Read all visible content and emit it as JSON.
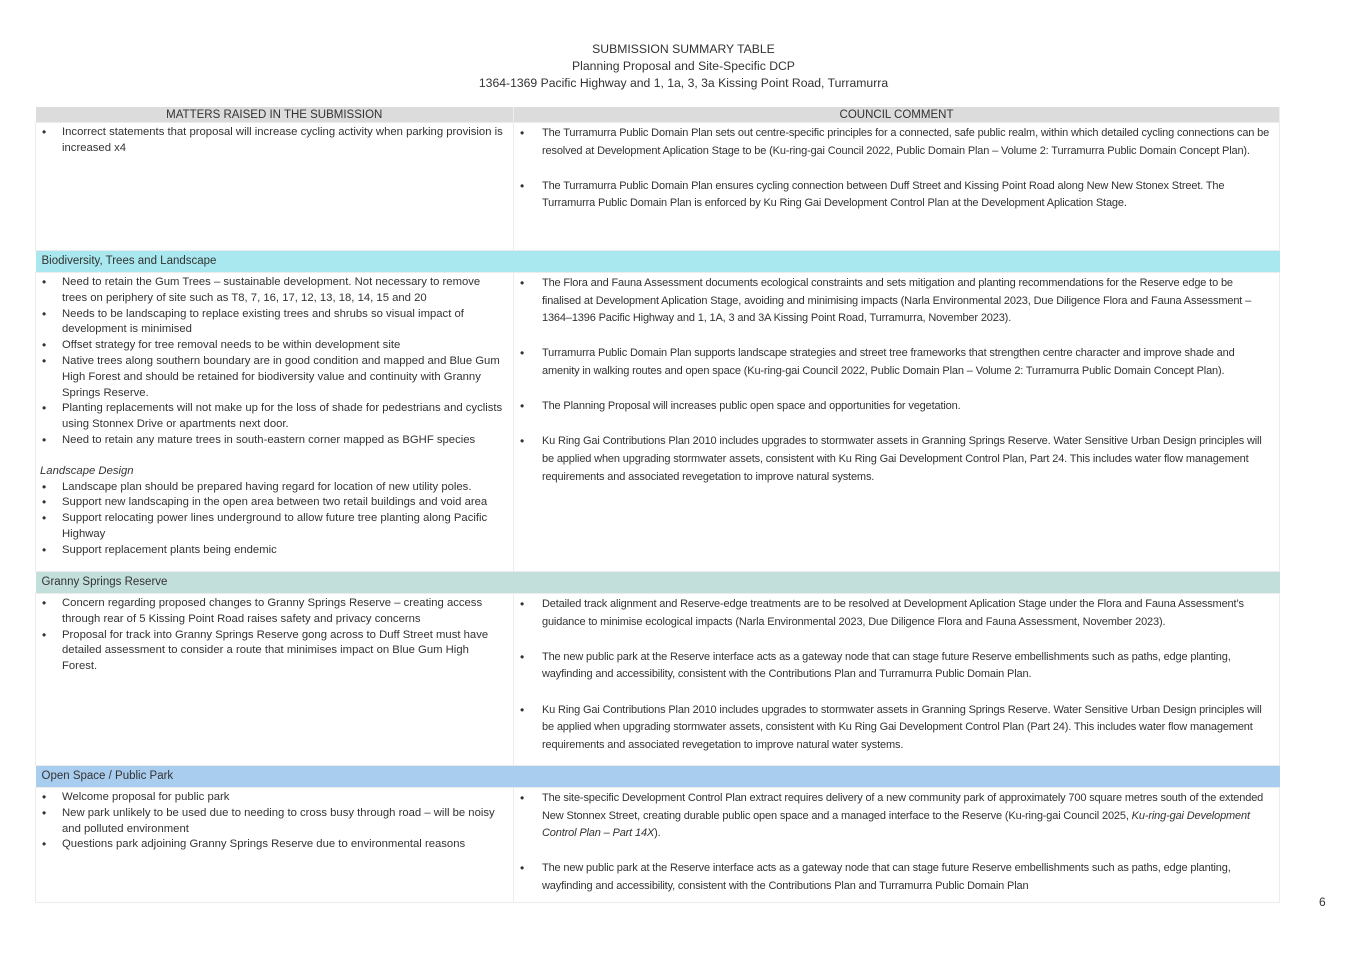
{
  "header": {
    "title": "SUBMISSION SUMMARY TABLE",
    "subtitle": "Planning Proposal and Site-Specific DCP",
    "address": "1364-1369 Pacific Highway and 1, 1a, 3, 3a Kissing Point Road, Turramurra"
  },
  "table": {
    "columns": [
      "MATTERS RAISED IN THE SUBMISSION",
      "COUNCIL COMMENT"
    ],
    "rows": {
      "cycling": {
        "matters": [
          "Incorrect statements that proposal will increase cycling activity when parking provision is increased x4"
        ],
        "comments": [
          "The Turramurra Public Domain Plan sets out centre-specific principles for a connected, safe public realm, within which detailed cycling connections can be resolved at Development Aplication Stage to be (Ku-ring-gai Council 2022, Public Domain Plan – Volume 2: Turramurra Public Domain Concept Plan).",
          "The Turramurra Public Domain Plan ensures cycling connection between Duff Street and Kissing Point Road along New New Stonex Street. The Turramurra Public Domain Plan is enforced by Ku Ring Gai Development Control Plan at the Development Aplication Stage."
        ]
      },
      "biodiversity": {
        "section": "Biodiversity, Trees and Landscape",
        "section_color": "#a8e8ee",
        "matters": [
          "Need to retain the Gum Trees – sustainable development. Not necessary to remove trees on periphery of site such as T8, 7, 16, 17, 12, 13, 18, 14, 15 and 20",
          "Needs to be landscaping to replace existing trees and shrubs so visual impact of development is minimised",
          "Offset strategy for tree removal needs to be within development site",
          "Native trees along southern boundary are in good condition and mapped and Blue Gum High Forest and should be retained for biodiversity value and continuity with Granny Springs Reserve.",
          "Planting replacements will not make up for the loss of shade for pedestrians and cyclists using Stonnex Drive or apartments next door.",
          "Need to retain any mature trees in south-eastern corner mapped as BGHF species"
        ],
        "sub_heading": "Landscape Design",
        "sub_matters": [
          "Landscape plan should be prepared having regard for location of new utility poles.",
          "Support new landscaping in the open area between two retail buildings and void area",
          "Support relocating power lines underground to allow future tree planting along Pacific Highway",
          "Support replacement plants being endemic"
        ],
        "comments": [
          "The Flora and Fauna Assessment documents ecological constraints and sets mitigation and planting recommendations for the Reserve edge to be finalised at Development Aplication Stage, avoiding and minimising impacts (Narla Environmental 2023, Due Diligence Flora and Fauna Assessment – 1364–1396 Pacific Highway and 1, 1A, 3 and 3A Kissing Point Road, Turramurra, November 2023).",
          "Turramurra Public Domain Plan supports landscape strategies and street tree frameworks that strengthen centre character and improve shade and amenity in walking routes and open space (Ku-ring-gai Council 2022, Public Domain Plan – Volume 2: Turramurra Public Domain Concept Plan).",
          "The Planning Proposal will increases public open space and opportunities for vegetation.",
          "Ku Ring Gai Contributions Plan 2010 includes upgrades to stormwater assets in Granning Springs Reserve. Water Sensitive Urban Design principles will be applied when upgrading stormwater assets, consistent with Ku Ring Gai Development Control Plan, Part 24. This includes water flow management requirements and associated revegetation to improve natural systems."
        ]
      },
      "granny": {
        "section": "Granny Springs Reserve",
        "section_color": "#c2dfdc",
        "matters": [
          "Concern regarding proposed changes to Granny Springs Reserve – creating access through rear of 5 Kissing Point Road raises safety and privacy concerns",
          "Proposal for track into Granny Springs Reserve gong across to Duff Street must have detailed assessment to consider a route that minimises impact on Blue Gum High Forest."
        ],
        "comments": [
          "Detailed track alignment and Reserve-edge treatments are to be resolved at Development Aplication Stage under the Flora and Fauna Assessment’s guidance to minimise ecological impacts (Narla Environmental 2023, Due Diligence Flora and Fauna Assessment, November 2023).",
          "The new public park at the Reserve interface acts as a gateway node that can stage future Reserve embellishments such as paths, edge planting, wayfinding and accessibility, consistent with the Contributions Plan and Turramurra Public Domain Plan.",
          "Ku Ring Gai Contributions Plan 2010 includes upgrades to stormwater assets in Granning Springs Reserve. Water Sensitive Urban Design principles will be applied when upgrading stormwater assets, consistent with Ku Ring Gai Development Control Plan (Part 24). This includes water flow management requirements and associated revegetation to improve natural water systems."
        ]
      },
      "openspace": {
        "section": "Open Space / Public Park",
        "section_color": "#a9cdee",
        "matters": [
          "Welcome proposal for public park",
          "New park unlikely to be used due to needing to cross busy through road – will be noisy and polluted environment",
          "Questions park adjoining Granny Springs Reserve due to environmental reasons"
        ],
        "comment1_text": "The site-specific Development Control Plan extract requires delivery of a new community park of approximately 700 square metres south of the extended New Stonnex Street, creating durable public open space and a managed interface to the Reserve (Ku-ring-gai Council 2025, ",
        "comment1_italic": "Ku-ring-gai Development Control Plan – Part 14X",
        "comment1_end": ").",
        "comment2": "The new public park at the Reserve interface acts as a gateway node that can stage future Reserve embellishments such as paths, edge planting, wayfinding and accessibility, consistent with the Contributions Plan and Turramurra Public Domain Plan"
      }
    }
  },
  "page_number": "6"
}
